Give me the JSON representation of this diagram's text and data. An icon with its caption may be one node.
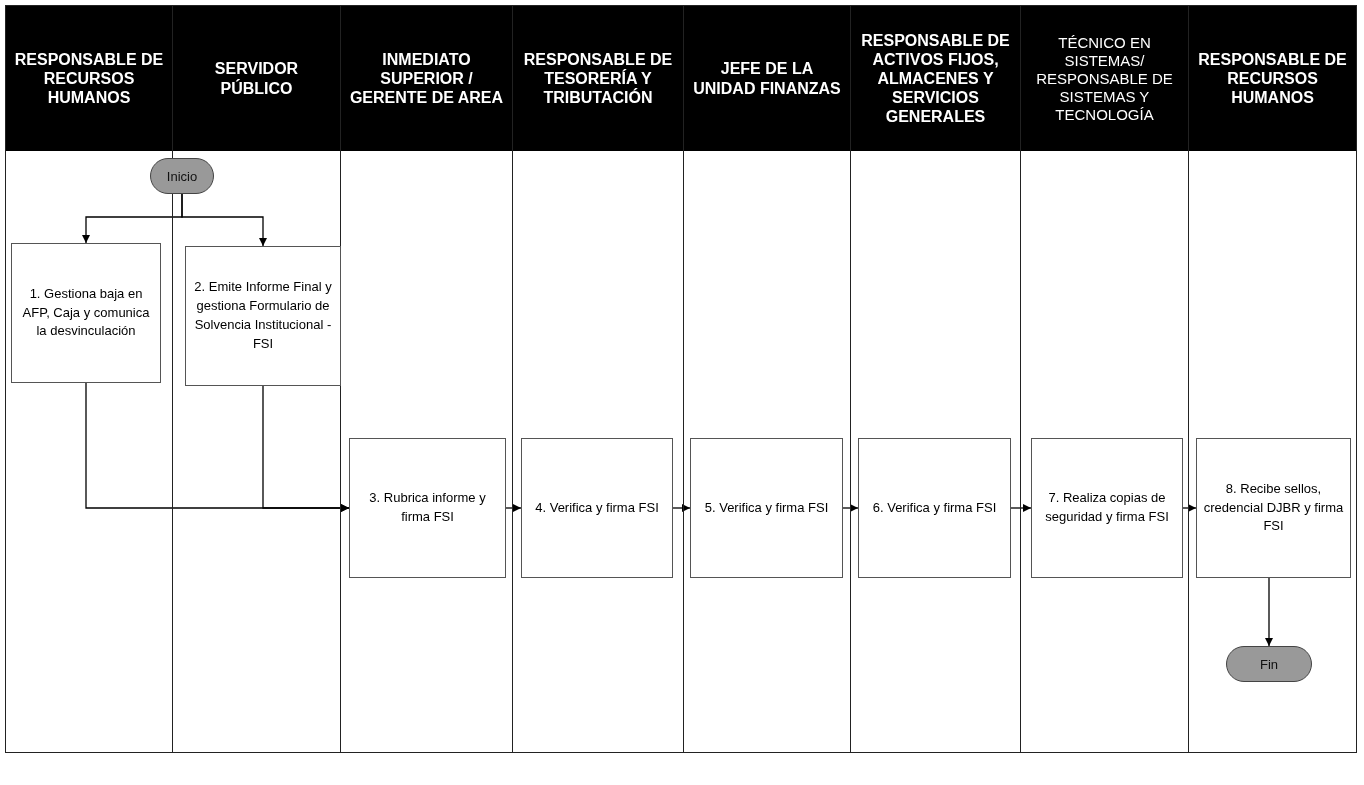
{
  "diagram": {
    "nodes": [
      {
        "text": [
          "RESPONSABLE DE RECURSOS HUMANOS"
        ]
      },
      {
        "text": [
          "SERVIDOR PÚBLICO"
        ]
      },
      {
        "text": [
          "INMEDIATO SUPERIOR / GERENTE DE AREA"
        ]
      },
      {
        "text": [
          "RESPONSABLE DE TESORERÍA Y TRIBUTACIÓN"
        ]
      },
      {
        "text": [
          "JEFE DE LA UNIDAD FINANZAS"
        ]
      },
      {
        "text": [
          "RESPONSABLE DE ACTIVOS FIJOS, ALMACENES Y SERVICIOS GENERALES"
        ]
      },
      {
        "text": [
          "TÉCNICO EN SISTEMAS/ RESPONSABLE DE SISTEMAS Y TECNOLOGÍA"
        ]
      },
      {
        "text": [
          "RESPONSABLE DE RECURSOS HUMANOS"
        ]
      },
      {
        "text": [
          "Inicio"
        ]
      },
      {
        "text": [
          "1. Gestiona baja en AFP, Caja y comunica la desvinculación"
        ],
        "in": 0
      },
      {
        "text": [
          "2. Emite Informe Final y gestiona Formulario de Solvencia Institucional - FSI"
        ],
        "in": 1
      },
      {
        "text": [
          "3. Rubrica informe y firma FSI"
        ],
        "in": 2
      },
      {
        "text": [
          "4. Verifica y firma FSI"
        ],
        "in": 3
      },
      {
        "text": [
          "5. Verifica y firma FSI"
        ],
        "in": 4
      },
      {
        "text": [
          "6. Verifica y firma FSI"
        ],
        "in": 5
      },
      {
        "text": [
          "7. Realiza copias de seguridad y firma FSI"
        ],
        "in": 6
      },
      {
        "text": [
          "8. Recibe sellos, credencial DJBR y firma FSI"
        ],
        "in": 7
      },
      {
        "text": [
          "Fin"
        ],
        "in": 7
      }
    ],
    "edges": [
      {
        "from": 8,
        "to": 9,
        "arrow": "to"
      },
      {
        "from": 8,
        "to": 10,
        "arrow": "to"
      },
      {
        "from": 9,
        "to": 11,
        "arrow": "to"
      },
      {
        "from": 10,
        "to": 11,
        "arrow": "to"
      },
      {
        "from": 11,
        "to": 12,
        "arrow": "to"
      },
      {
        "from": 12,
        "to": 13,
        "arrow": "to"
      },
      {
        "from": 13,
        "to": 14,
        "arrow": "to"
      },
      {
        "from": 14,
        "to": 15,
        "arrow": "to"
      },
      {
        "from": 15,
        "to": 16,
        "arrow": "to"
      },
      {
        "from": 16,
        "to": 17,
        "arrow": "to"
      }
    ]
  }
}
